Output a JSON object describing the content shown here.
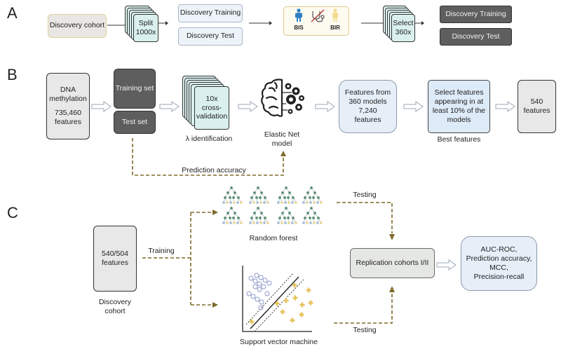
{
  "panels": {
    "a": {
      "letter": "A",
      "discovery_cohort": "Discovery cohort",
      "split_label_1": "Split",
      "split_label_2": "1000x",
      "discovery_training": "Discovery Training",
      "discovery_test": "Discovery Test",
      "bis_label": "BIS",
      "bir_label": "BIR",
      "select_label_1": "Select",
      "select_label_2": "360x",
      "final_training": "Discovery Training",
      "final_test": "Discovery Test"
    },
    "b": {
      "letter": "B",
      "dna_line1": "DNA",
      "dna_line2": "methylation",
      "dna_count": "735,460",
      "dna_features": "features",
      "training_set": "Training set",
      "test_set": "Test set",
      "cv_line1": "10x",
      "cv_line2": "cross-",
      "cv_line3": "validation",
      "lambda_caption": "λ identification",
      "elastic_line1": "Elastic Net",
      "elastic_line2": "model",
      "features_from_1": "Features from",
      "features_from_2": "360 models",
      "features_from_3": "7,240",
      "features_from_4": "features",
      "select_1": "Select features",
      "select_2": "appearing in at",
      "select_3": "least 10% of the",
      "select_4": "models",
      "best_features": "Best features",
      "final_count": "540",
      "final_features": "features",
      "prediction_accuracy": "Prediction accuracy"
    },
    "c": {
      "letter": "C",
      "features_count": "540/504",
      "features_label": "features",
      "cohort_line1": "Discovery",
      "cohort_line2": "cohort",
      "training": "Training",
      "random_forest": "Random forest",
      "svm": "Support vector machine",
      "testing_top": "Testing",
      "testing_bottom": "Testing",
      "replication": "Replication cohorts I/II",
      "metrics_1": "AUC-ROC,",
      "metrics_2": "Prediction accuracy,",
      "metrics_3": "MCC,",
      "metrics_4": "Precision-recall"
    }
  },
  "colors": {
    "dashed_arrow": "#7d6b2a",
    "teal_card": "#d9f0ee",
    "dark_box": "#5e5e5e",
    "blue_person": "#2f7fc1",
    "yellow_person": "#f3dc8e",
    "tree_node_green": "#5a8c74",
    "tree_leaf_yellow": "#e9d79a",
    "tree_leaf_blue": "#a9bfd6",
    "svm_circle": "#8b97c9",
    "svm_plus": "#e6c25a"
  }
}
